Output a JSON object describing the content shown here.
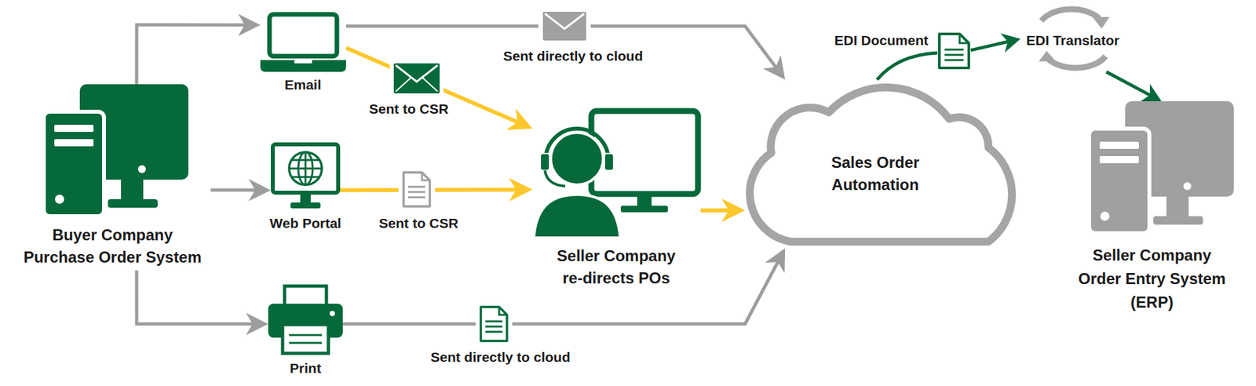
{
  "diagram": {
    "nodes": [
      {
        "text": [
          "Buyer Company Purchase Order System"
        ]
      },
      {
        "text": [
          "Email"
        ]
      },
      {
        "text": [
          "Web Portal"
        ]
      },
      {
        "text": [
          "Print"
        ]
      },
      {
        "text": [
          "Seller Company re-directs POs"
        ]
      },
      {
        "text": [
          "Sales Order Automation"
        ]
      },
      {
        "text": [
          "EDI Document"
        ]
      },
      {
        "text": [
          "EDI Translator"
        ]
      },
      {
        "text": [
          "Seller Company Order Entry System (ERP)"
        ]
      }
    ],
    "edges": [
      {
        "from": 0,
        "to": 1,
        "arrow": "to"
      },
      {
        "from": 0,
        "to": 2,
        "arrow": "to"
      },
      {
        "from": 0,
        "to": 3,
        "arrow": "to"
      },
      {
        "from": 1,
        "to": 5,
        "label": "Sent directly to cloud",
        "arrow": "to"
      },
      {
        "from": 1,
        "to": 4,
        "label": "Sent to CSR",
        "arrow": "to"
      },
      {
        "from": 2,
        "to": 4,
        "label": "Sent to CSR",
        "arrow": "to"
      },
      {
        "from": 3,
        "to": 5,
        "label": "Sent directly to cloud",
        "arrow": "to"
      },
      {
        "from": 4,
        "to": 5,
        "arrow": "to"
      },
      {
        "from": 5,
        "to": 6,
        "arrow": "none"
      },
      {
        "from": 6,
        "to": 7,
        "arrow": "to"
      },
      {
        "from": 7,
        "to": 8,
        "arrow": "to"
      }
    ]
  }
}
